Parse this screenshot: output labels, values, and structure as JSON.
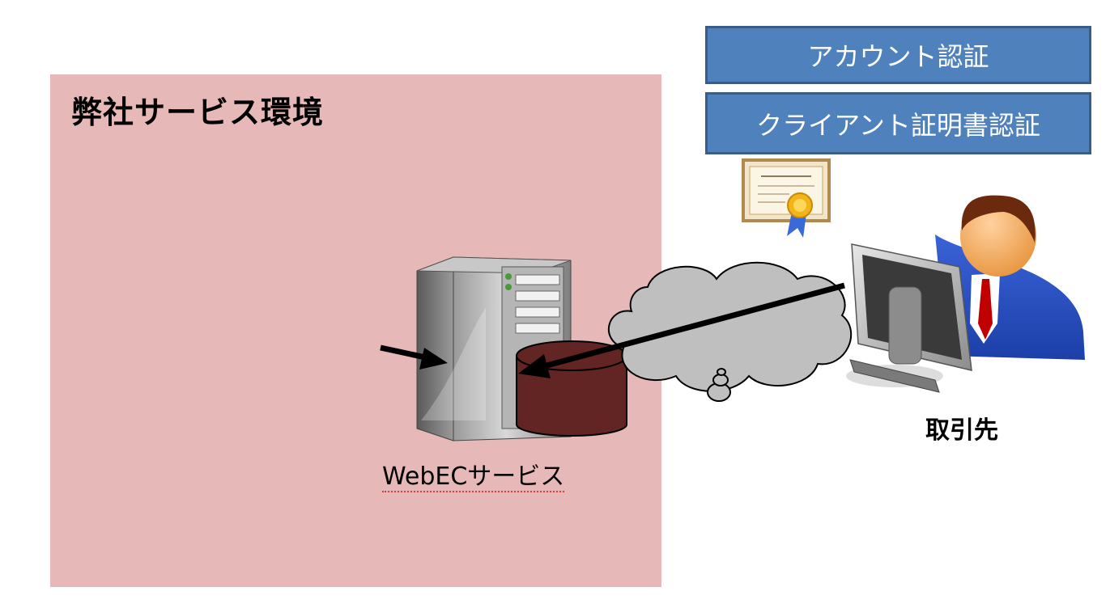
{
  "environment": {
    "title": "弊社サービス環境",
    "fill_color": "#e6b8b7"
  },
  "auth_methods": [
    {
      "label": "アカウント認証"
    },
    {
      "label": "クライアント証明書認証"
    }
  ],
  "server": {
    "label": "WebECサービス",
    "icon": "server-tower-icon",
    "database_icon": "database-icon",
    "database_color": "#632523"
  },
  "partner": {
    "label": "取引先",
    "icon": "user-at-computer-icon",
    "certificate_icon": "certificate-icon"
  },
  "network": {
    "icon": "cloud-icon",
    "cloud_color": "#bfbfbf"
  },
  "colors": {
    "auth_fill": "#4f81bd",
    "auth_border": "#385d8a"
  }
}
